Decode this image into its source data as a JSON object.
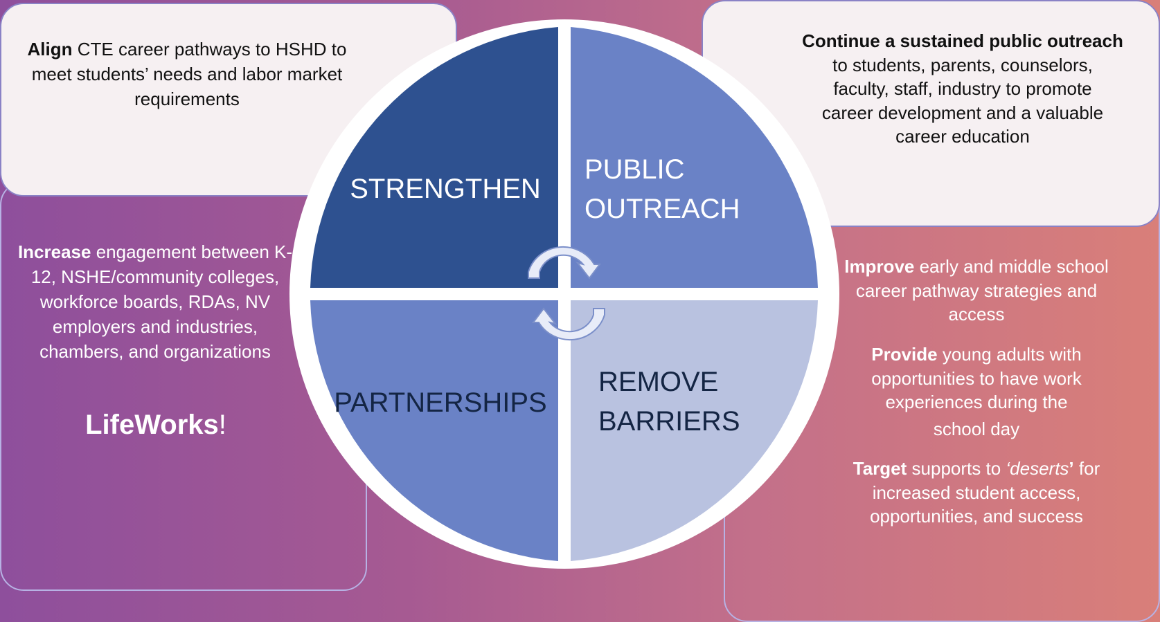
{
  "colors": {
    "strengthen": "#2e5190",
    "public_outreach": "#6a82c6",
    "partnerships": "#6a82c6",
    "remove_barriers": "#b9c2e0",
    "light_box": "#f6f0f2"
  },
  "quadrants": {
    "strengthen": "STRENGTHEN",
    "public_outreach": [
      "PUBLIC",
      "OUTREACH"
    ],
    "partnerships": "PARTNERSHIPS",
    "remove_barriers": [
      "REMOVE",
      "BARRIERS"
    ]
  },
  "align": {
    "bold": "Align",
    "line1": " CTE career pathways to HSHD to",
    "line2": "meet students’ needs and labor market",
    "line3": "requirements"
  },
  "outreach": {
    "line1": "Continue a sustained public  outreach",
    "line2": "to students, parents,  counselors,",
    "line3": "faculty, staff,  industry to promote",
    "line4": "career  development and a valuable",
    "line5": "career education"
  },
  "increase": {
    "bold": "Increase",
    "line1": " engagement between K-",
    "line2": "12, NSHE/community colleges,",
    "line3": "workforce boards, RDAs, NV",
    "line4": "employers and industries,",
    "line5": "chambers, and organizations"
  },
  "lifeworks": {
    "word": "LifeWorks",
    "bang": "!"
  },
  "improve": {
    "bold": "Improve",
    "line1": " early and middle school",
    "line2": "career pathway strategies and",
    "line3": "access"
  },
  "provide": {
    "bold": "Provide",
    "line1": " young adults with",
    "line2": "opportunities to have work",
    "line3": "experiences during the",
    "line4": "school day"
  },
  "target": {
    "bold": "Target",
    "line1a": " supports to ",
    "italic": "‘deserts",
    "quote": "’",
    "line1b": " for",
    "line2": "increased student access,",
    "line3": "opportunities, and success"
  }
}
